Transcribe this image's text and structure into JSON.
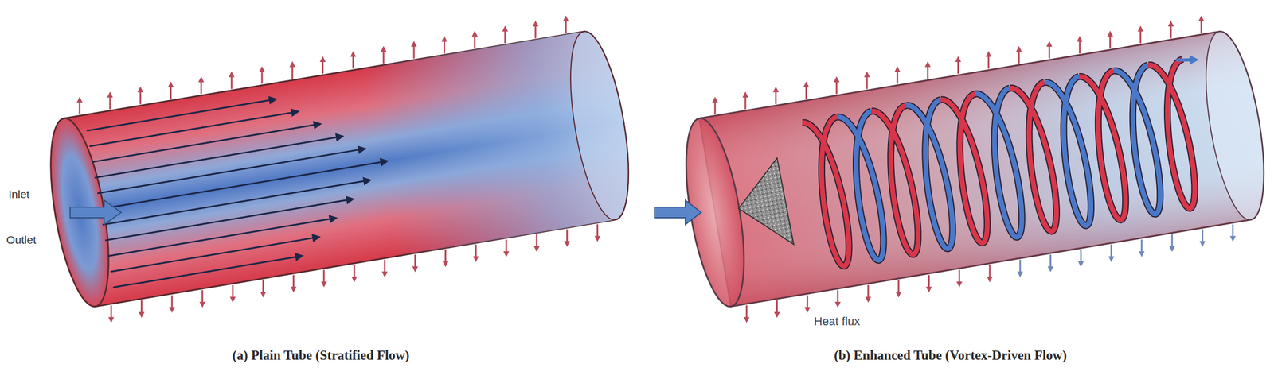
{
  "diagram": {
    "labels": [
      "Inlet",
      "Outlet",
      "Heat flux",
      "(a) Plain Tube (Stratified Flow)",
      "(b) Enhanced Tube (Vortex-Driven Flow)"
    ]
  }
}
